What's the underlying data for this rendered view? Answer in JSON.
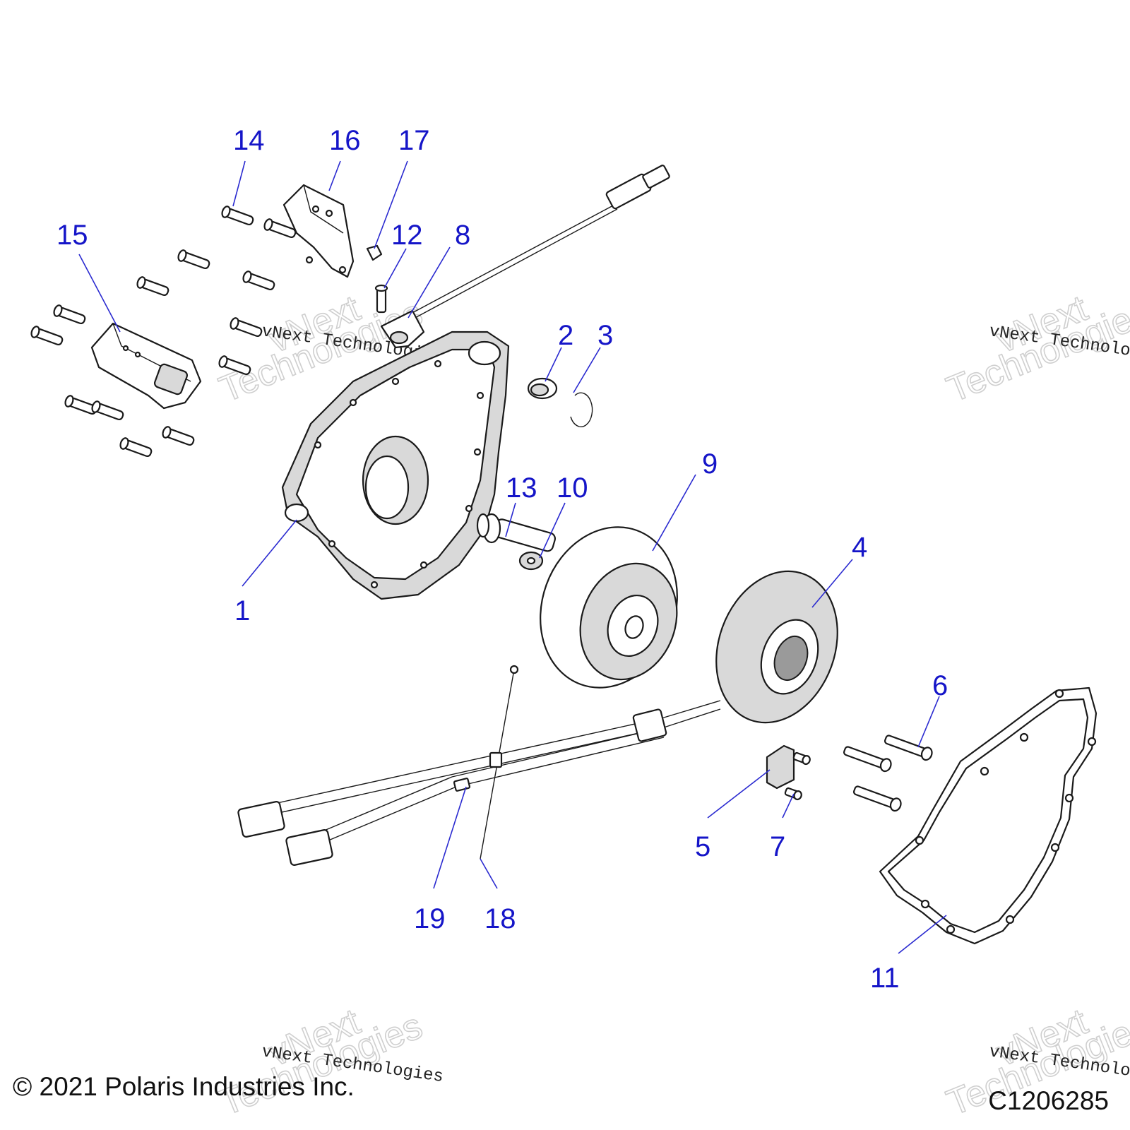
{
  "diagram": {
    "callouts": [
      {
        "id": "1",
        "label": "1"
      },
      {
        "id": "2",
        "label": "2"
      },
      {
        "id": "3",
        "label": "3"
      },
      {
        "id": "4",
        "label": "4"
      },
      {
        "id": "5",
        "label": "5"
      },
      {
        "id": "6",
        "label": "6"
      },
      {
        "id": "7",
        "label": "7"
      },
      {
        "id": "8",
        "label": "8"
      },
      {
        "id": "9",
        "label": "9"
      },
      {
        "id": "10",
        "label": "10"
      },
      {
        "id": "11",
        "label": "11"
      },
      {
        "id": "12",
        "label": "12"
      },
      {
        "id": "13",
        "label": "13"
      },
      {
        "id": "14",
        "label": "14"
      },
      {
        "id": "15",
        "label": "15"
      },
      {
        "id": "16",
        "label": "16"
      },
      {
        "id": "17",
        "label": "17"
      },
      {
        "id": "18",
        "label": "18"
      },
      {
        "id": "19",
        "label": "19"
      }
    ],
    "callout_color": "#1515c8"
  },
  "watermark": {
    "line1": "vNext",
    "line2": "Technologies",
    "caption": "vNext Technologies"
  },
  "footer": {
    "copyright": "© 2021 Polaris Industries Inc.",
    "figure_code": "C1206285"
  }
}
